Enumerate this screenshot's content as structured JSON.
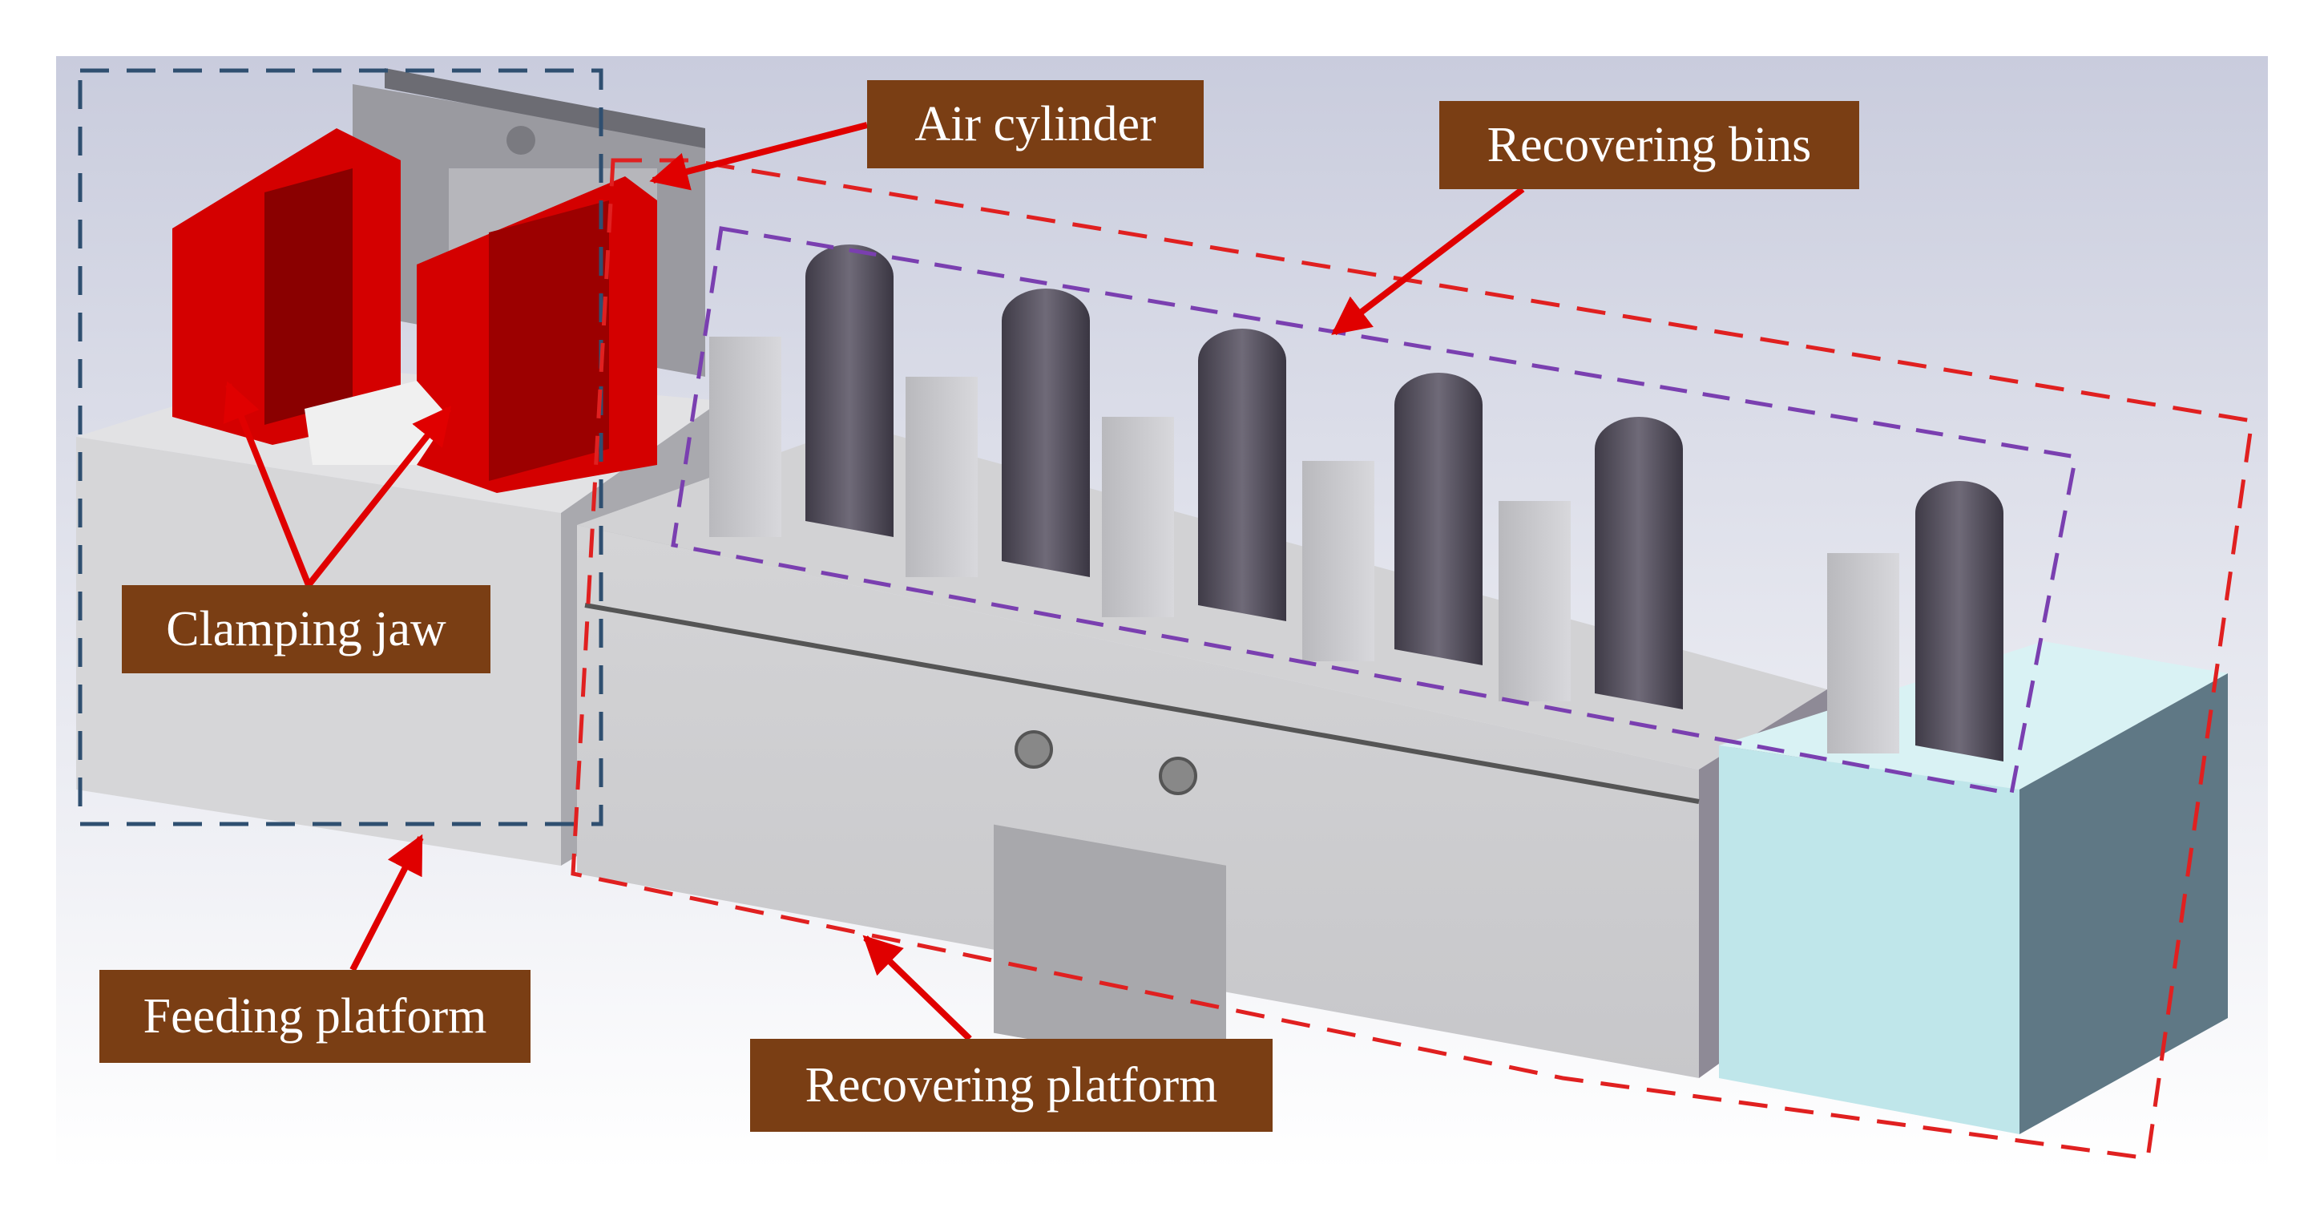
{
  "labels": {
    "air_cylinder": "Air cylinder",
    "recovering_bins": "Recovering bins",
    "clamping_jaw": "Clamping jaw",
    "feeding_platform": "Feeding platform",
    "recovering_platform": "Recovering platform"
  },
  "colors": {
    "background_gradient_top": "#c9ccdd",
    "background_gradient_bottom": "#ffffff",
    "platform_gray": "#cfcfcf",
    "platform_side": "#8f8f95",
    "clamp_red": "#e00000",
    "bin_dark": "#5a5563",
    "cyan_block": "#bfe6ea",
    "label_bg": "#7a3e14",
    "dash_blue": "#2f4f70",
    "dash_red": "#e02020",
    "dash_purple": "#7a3fb0",
    "arrow_red": "#e00000"
  },
  "bins": {
    "count": 6
  }
}
